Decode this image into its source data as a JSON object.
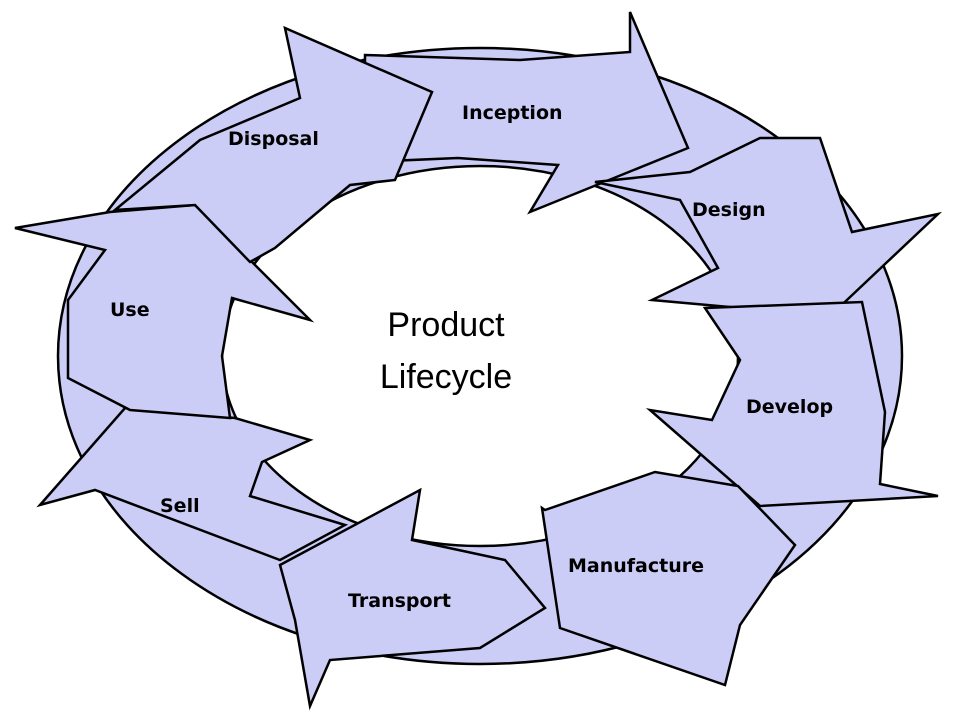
{
  "diagram": {
    "title_lines": [
      "Product",
      "Lifecycle"
    ],
    "fill_color": "#cccdf6",
    "stroke_color": "#000000",
    "stages": [
      {
        "label": "Inception"
      },
      {
        "label": "Design"
      },
      {
        "label": "Develop"
      },
      {
        "label": "Manufacture"
      },
      {
        "label": "Transport"
      },
      {
        "label": "Sell"
      },
      {
        "label": "Use"
      },
      {
        "label": "Disposal"
      }
    ]
  }
}
